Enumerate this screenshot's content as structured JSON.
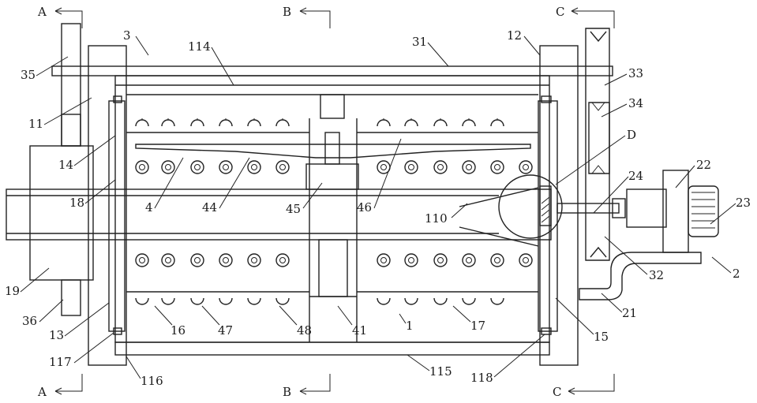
{
  "section_marks": {
    "A": "A",
    "B": "B",
    "C": "C"
  },
  "labels": {
    "l3": "3",
    "l114": "114",
    "l31": "31",
    "l12": "12",
    "l33": "33",
    "l34": "34",
    "l35": "35",
    "l11": "11",
    "l14": "14",
    "l18": "18",
    "l4": "4",
    "l44": "44",
    "l45": "45",
    "l46": "46",
    "lD": "D",
    "l22": "22",
    "l24": "24",
    "l23": "23",
    "l110": "110",
    "l2": "2",
    "l32": "32",
    "l19": "19",
    "l36": "36",
    "l13": "13",
    "l16": "16",
    "l47": "47",
    "l48": "48",
    "l41": "41",
    "l1": "1",
    "l17": "17",
    "l15": "15",
    "l21": "21",
    "l117": "117",
    "l116": "116",
    "l115": "115",
    "l118": "118"
  }
}
